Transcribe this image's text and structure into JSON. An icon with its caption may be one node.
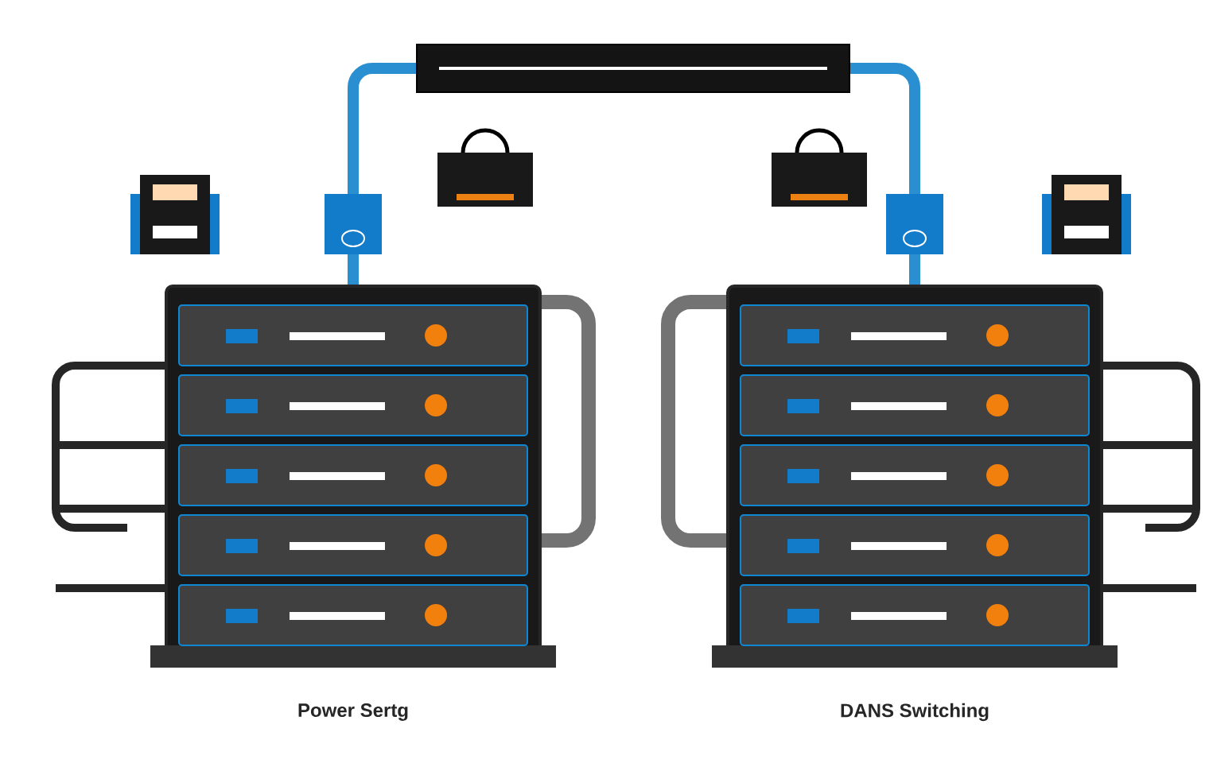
{
  "diagram": {
    "nodes": [
      {
        "text": [],
        "shape": "picture",
        "beside": [
          "Power Sertg"
        ]
      },
      {
        "text": [],
        "shape": "picture",
        "beside": [
          "DANS Switching"
        ]
      },
      {
        "text": [],
        "shape": "bar"
      }
    ],
    "edges": [
      {
        "from": 2,
        "to": 0,
        "arrow": "none",
        "color": "#2a8fd0"
      },
      {
        "from": 2,
        "to": 1,
        "arrow": "none",
        "color": "#2a8fd0"
      }
    ]
  }
}
